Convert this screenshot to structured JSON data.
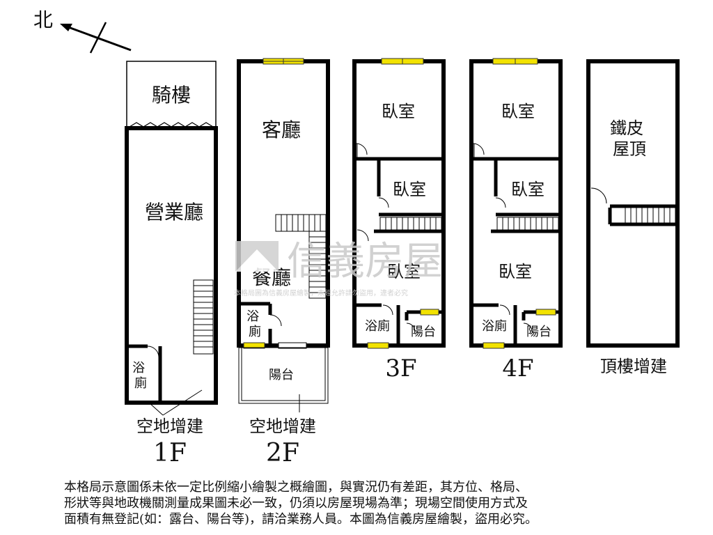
{
  "north_label": "北",
  "watermark": {
    "brand": "信義房屋",
    "notice": "本格局圖為信義房屋繪製，未經允許請勿盜用，違者必究"
  },
  "floors": {
    "f1": {
      "name": "1F",
      "extension": "空地增建",
      "rooms": {
        "arcade": "騎樓",
        "business_hall": "營業廳",
        "bath": "浴\n廁"
      }
    },
    "f2": {
      "name": "2F",
      "extension": "空地增建",
      "rooms": {
        "living": "客廳",
        "dining": "餐廳",
        "bath": "浴\n廁",
        "balcony": "陽台"
      }
    },
    "f3": {
      "name": "3F",
      "rooms": {
        "bed1": "臥室",
        "bed2": "臥室",
        "bed3": "臥室",
        "bath": "浴廁",
        "balcony": "陽台"
      }
    },
    "f4": {
      "name": "4F",
      "rooms": {
        "bed1": "臥室",
        "bed2": "臥室",
        "bed3": "臥室",
        "bath": "浴廁",
        "balcony": "陽台"
      }
    },
    "roof": {
      "name": "頂樓增建",
      "rooms": {
        "iron_roof": "鐵皮\n屋頂"
      }
    }
  },
  "disclaimer": [
    "本格局示意圖係未依一定比例縮小繪製之概繪圖，與實況仍有差距，其方位、格局、",
    "形狀等與地政機關測量成果圖未必一致，仍須以房屋現場為準；現場空間使用方式及",
    "面積有無登記(如：露台、陽台等)，請洽業務人員。本圖為信義房屋繪製，盜用必究。"
  ]
}
